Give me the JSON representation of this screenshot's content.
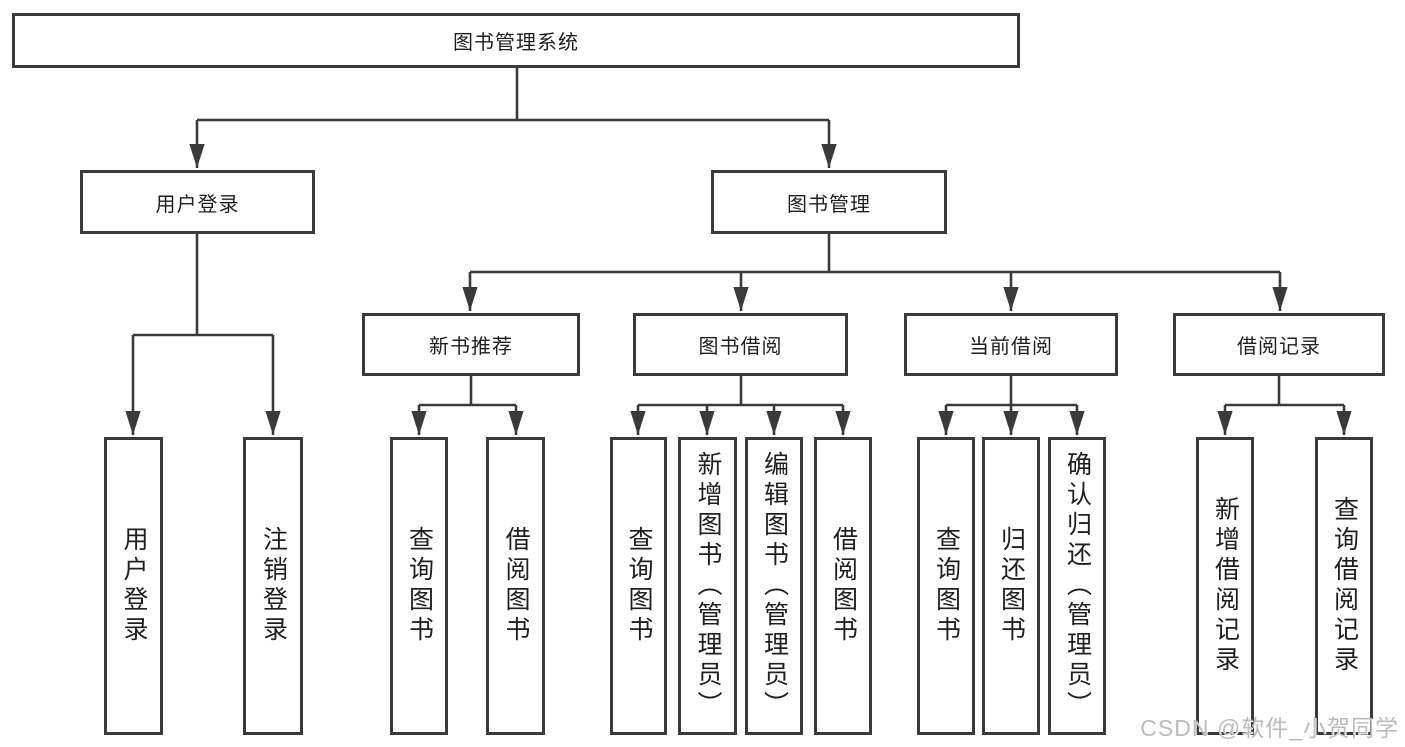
{
  "diagram": {
    "title": "图书管理系统",
    "nodes": {
      "root": "图书管理系统",
      "l2_user_login": "用户登录",
      "l2_book_mgmt": "图书管理",
      "l3_new_book": "新书推荐",
      "l3_book_borrow": "图书借阅",
      "l3_current_borrow": "当前借阅",
      "l3_borrow_record": "借阅记录",
      "leaf_user_login": "用户登录",
      "leaf_logout": "注销登录",
      "leaf_nb_query_books": "查询图书",
      "leaf_nb_borrow_books": "借阅图书",
      "leaf_bb_query_books": "查询图书",
      "leaf_bb_add_books": "新增图书（管理员）",
      "leaf_bb_edit_books": "编辑图书（管理员）",
      "leaf_bb_borrow_books": "借阅图书",
      "leaf_cb_query_books": "查询图书",
      "leaf_cb_return_books": "归还图书",
      "leaf_cb_confirm_return": "确认归还（管理员）",
      "leaf_br_add_record": "新增借阅记录",
      "leaf_br_query_record": "查询借阅记录"
    }
  },
  "watermark": {
    "text": "CSDN @软件_小贺同学"
  },
  "colors": {
    "line": "#3a3a3a",
    "text": "#1f1f1f",
    "background": "#ffffff",
    "watermark": "#bbbbbb"
  }
}
